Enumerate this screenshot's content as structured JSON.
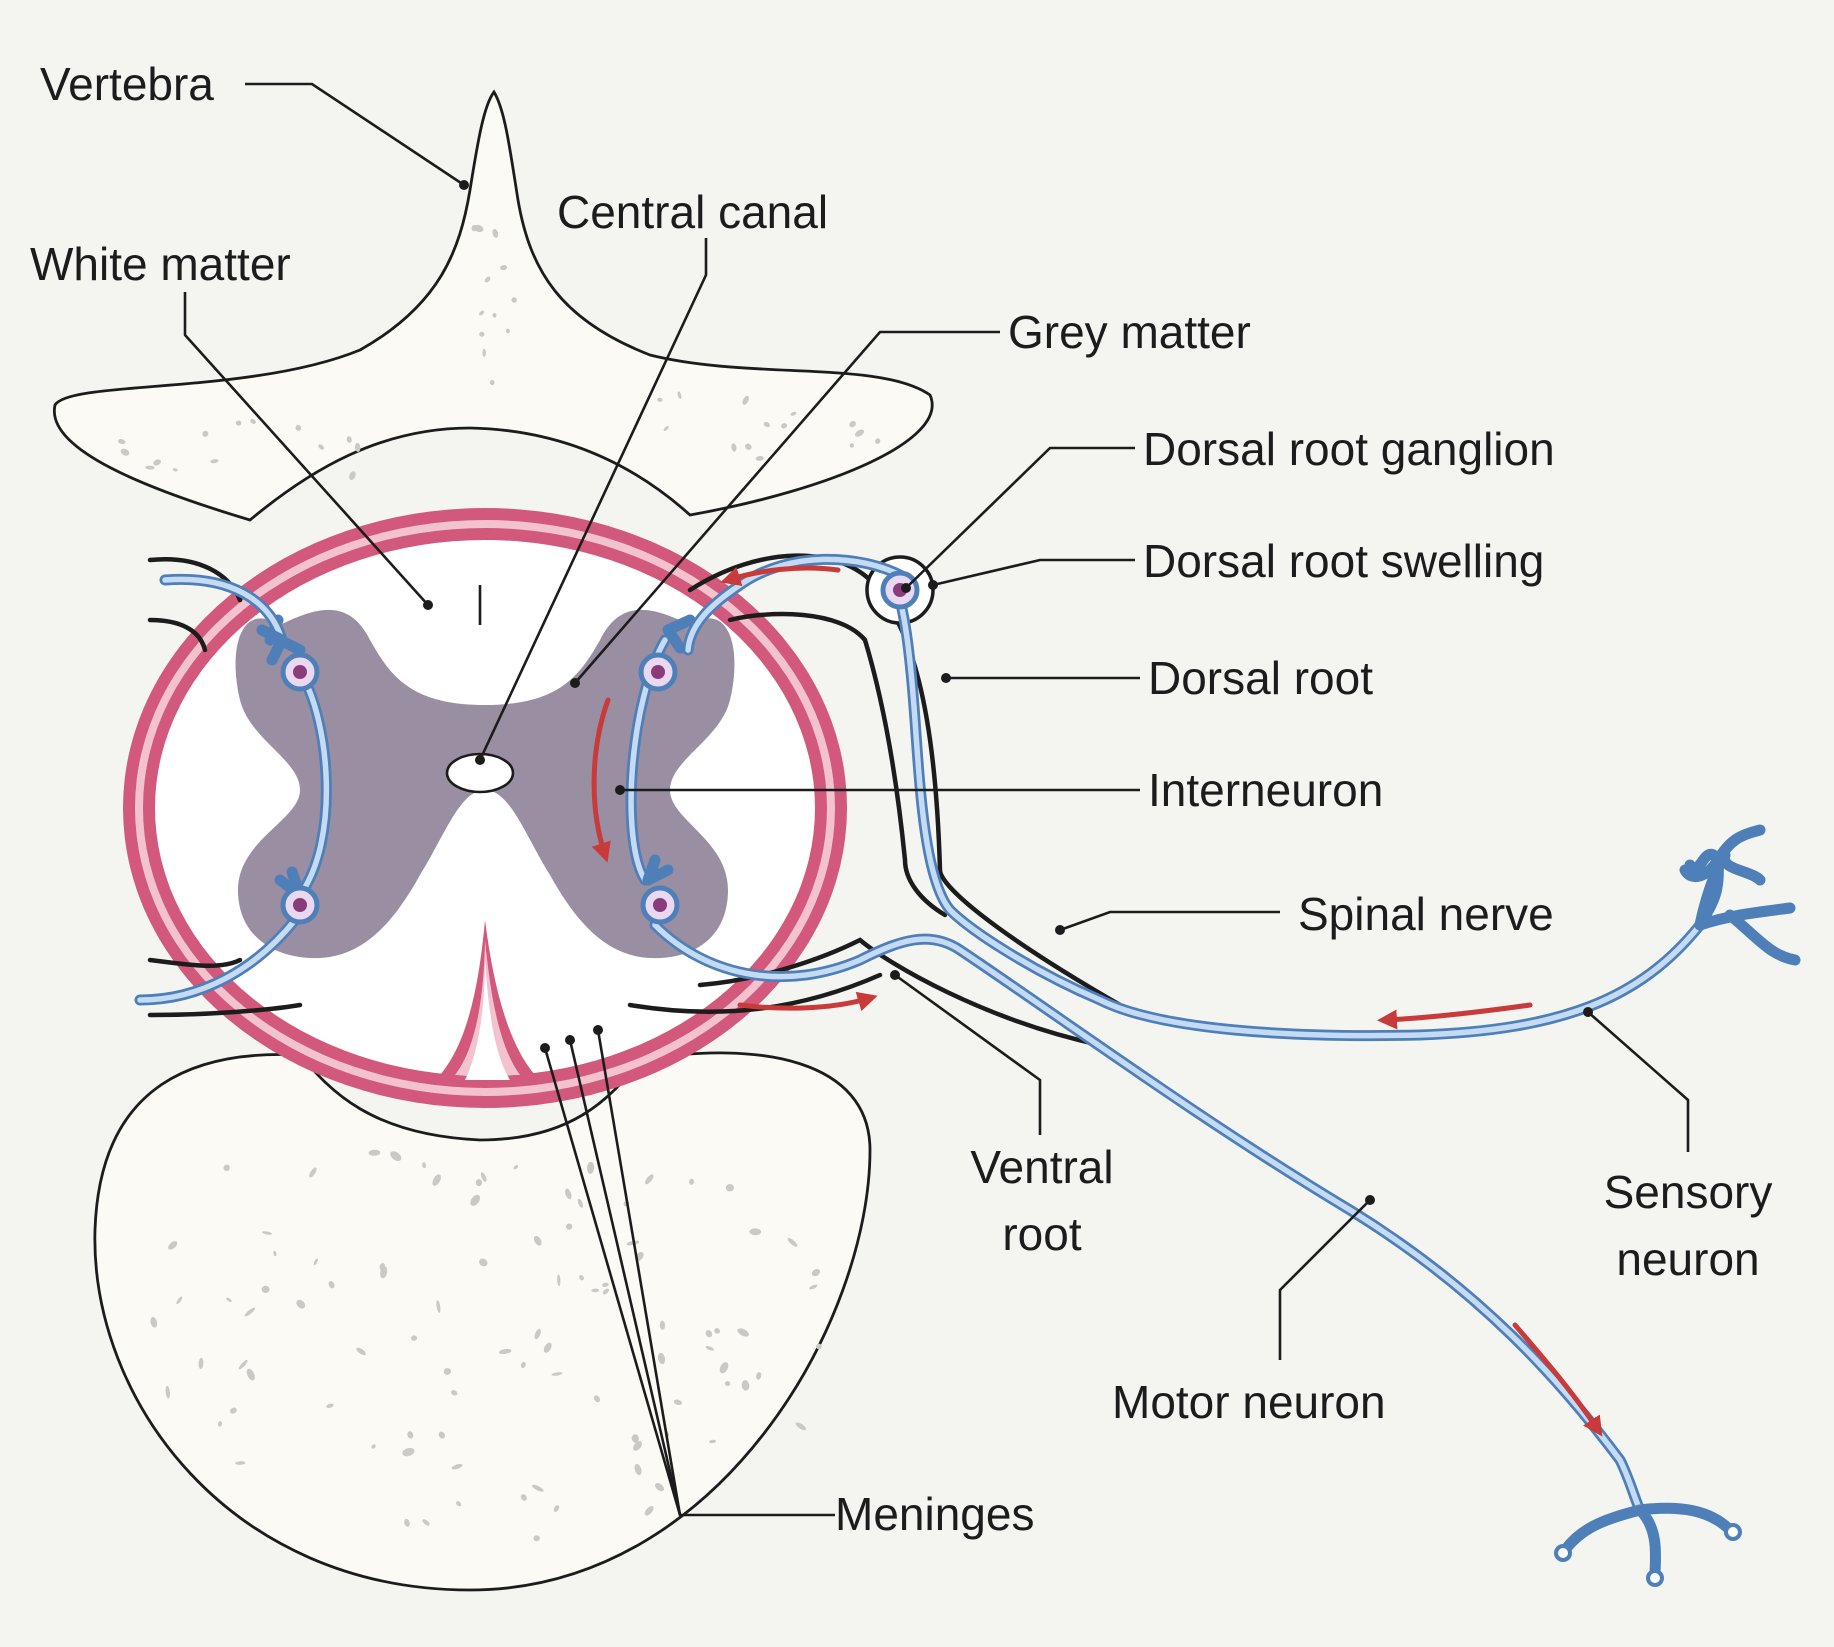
{
  "labels": {
    "vertebra": "Vertebra",
    "white_matter": "White matter",
    "central_canal": "Central canal",
    "grey_matter": "Grey matter",
    "dorsal_root_ganglion": "Dorsal root ganglion",
    "dorsal_root_swelling": "Dorsal root swelling",
    "dorsal_root": "Dorsal root",
    "interneuron": "Interneuron",
    "spinal_nerve": "Spinal nerve",
    "ventral_root_line1": "Ventral",
    "ventral_root_line2": "root",
    "sensory_neuron_line1": "Sensory",
    "sensory_neuron_line2": "neuron",
    "motor_neuron": "Motor neuron",
    "meninges": "Meninges"
  },
  "colors": {
    "background": "#f4f4f1",
    "grey_matter": "#9a8ea3",
    "meninges": "#d2587c",
    "neuron": "#4e7fb8",
    "signal_arrow": "#c93a3a",
    "bone": "#fbfaf5"
  }
}
